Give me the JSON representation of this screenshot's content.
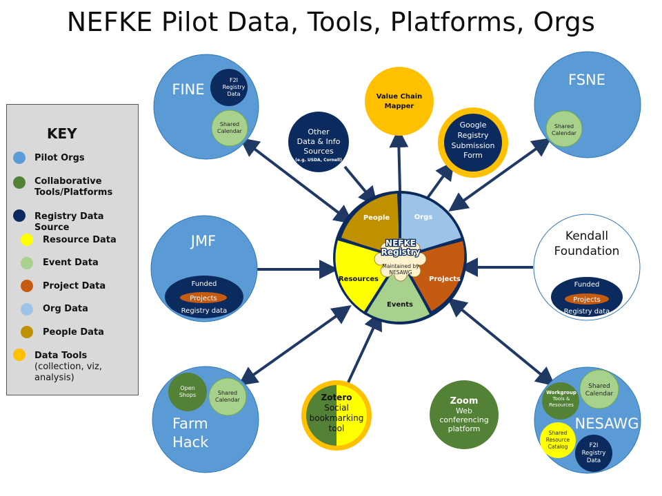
{
  "title": "NEFKE Pilot Data, Tools, Platforms, Orgs",
  "key": {
    "title": "KEY",
    "items": [
      {
        "label": "Pilot Orgs",
        "color": "#5b9bd5"
      },
      {
        "label": "Collaborative",
        "label2": "Tools/Platforms",
        "color": "#538135"
      },
      {
        "label": "Registry Data Source",
        "color": "#0b2a5e"
      },
      {
        "label": "Resource Data",
        "color": "#ffff00"
      },
      {
        "label": "Event Data",
        "color": "#a9d18e"
      },
      {
        "label": "Project Data",
        "color": "#c55a11"
      },
      {
        "label": "Org Data",
        "color": "#9dc3e6"
      },
      {
        "label": "People Data",
        "color": "#bf9000"
      },
      {
        "label": "Data Tools",
        "label2": "(collection, viz,",
        "label3": "analysis)",
        "color": "#ffc000"
      }
    ]
  },
  "hub": {
    "title1": "NEFKE",
    "title2": "Registry",
    "sub1": "Maintained by",
    "sub2": "NESAWG",
    "segments": {
      "people": "People",
      "orgs": "Orgs",
      "projects": "Projects",
      "events": "Events",
      "resources": "Resources"
    }
  },
  "fine": {
    "name": "FINE",
    "f2i": [
      "F2I",
      "Registry",
      "Data"
    ],
    "calendar": [
      "Shared",
      "Calendar"
    ]
  },
  "fsne": {
    "name": "FSNE",
    "calendar": [
      "Shared",
      "Calendar"
    ]
  },
  "jmf": {
    "name": "JMF",
    "funded": "Funded",
    "projects": "Projects",
    "registry": "Registry data"
  },
  "kendall": {
    "name1": "Kendall",
    "name2": "Foundation",
    "funded": "Funded",
    "projects": "Projects",
    "registry": "Registry data"
  },
  "farmhack": {
    "name1": "Farm",
    "name2": "Hack",
    "shops": [
      "Open",
      "Shops"
    ],
    "calendar": [
      "Shared",
      "Calendar"
    ]
  },
  "nesawg": {
    "name": "NESAWG",
    "calendar": [
      "Shared",
      "Calendar"
    ],
    "workgroup": [
      "Workgroup",
      "Tools &",
      "Resources"
    ],
    "catalog": [
      "Shared",
      "Resource",
      "Catalog"
    ],
    "f2i": [
      "F2I",
      "Registry",
      "Data"
    ]
  },
  "other_sources": {
    "lines": [
      "Other",
      "Data & Info",
      "Sources"
    ],
    "note": "(e.g. USDA, Cornell)"
  },
  "value_chain": {
    "lines": [
      "Value Chain",
      "Mapper"
    ]
  },
  "google_form": {
    "lines": [
      "Google",
      "Registry",
      "Submission",
      "Form"
    ]
  },
  "zotero": {
    "lines": [
      "Zotero",
      "Social",
      "bookmarking",
      "tool"
    ]
  },
  "zoom": {
    "lines": [
      "Zoom",
      "Web",
      "conferencing",
      "platform"
    ]
  }
}
